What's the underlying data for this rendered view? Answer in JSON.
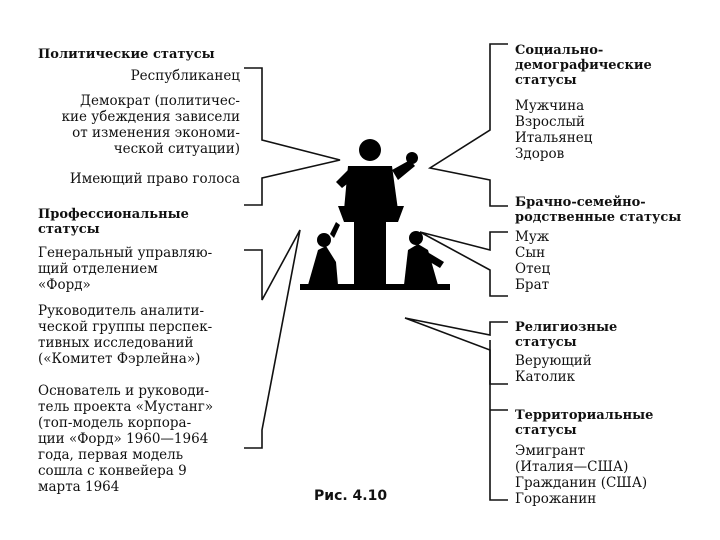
{
  "left": {
    "political": {
      "title": "Политические статусы",
      "items": [
        [
          "Республиканец"
        ],
        [
          "Демократ (политичес-",
          "кие убеждения зависели",
          "от изменения экономи-",
          "ческой ситуации)"
        ],
        [
          "Имеющий право голоса"
        ]
      ]
    },
    "professional": {
      "title": [
        "Профессиональные",
        "статусы"
      ],
      "items": [
        [
          "Генеральный управляю-",
          "щий отделением",
          "«Форд»"
        ],
        [
          "Руководитель аналити-",
          "ческой группы перспек-",
          "тивных исследований",
          "(«Комитет Фэрлейна»)"
        ],
        [
          "Основатель и руководи-",
          "тель проекта «Мустанг»",
          "(топ-модель корпора-",
          "ции «Форд» 1960—1964",
          "года, первая модель",
          "сошла с конвейера 9",
          "марта 1964"
        ]
      ]
    }
  },
  "right": {
    "sociodemographic": {
      "title": [
        "Социально-",
        "демографические",
        "статусы"
      ],
      "items": [
        "Мужчина",
        "Взрослый",
        "Итальянец",
        "Здоров"
      ]
    },
    "family": {
      "title": [
        "Брачно-семейно-",
        "родственные статусы"
      ],
      "items": [
        "Муж",
        "Сын",
        "Отец",
        "Брат"
      ]
    },
    "religious": {
      "title": [
        "Религиозные",
        "статусы"
      ],
      "items": [
        "Верующий",
        "Католик"
      ]
    },
    "territorial": {
      "title": [
        "Территориальные",
        "статусы"
      ],
      "items": [
        "Эмигрант",
        "(Италия—США)",
        "Гражданин (США)",
        "Горожанин"
      ]
    }
  },
  "caption": "Рис. 4.10"
}
